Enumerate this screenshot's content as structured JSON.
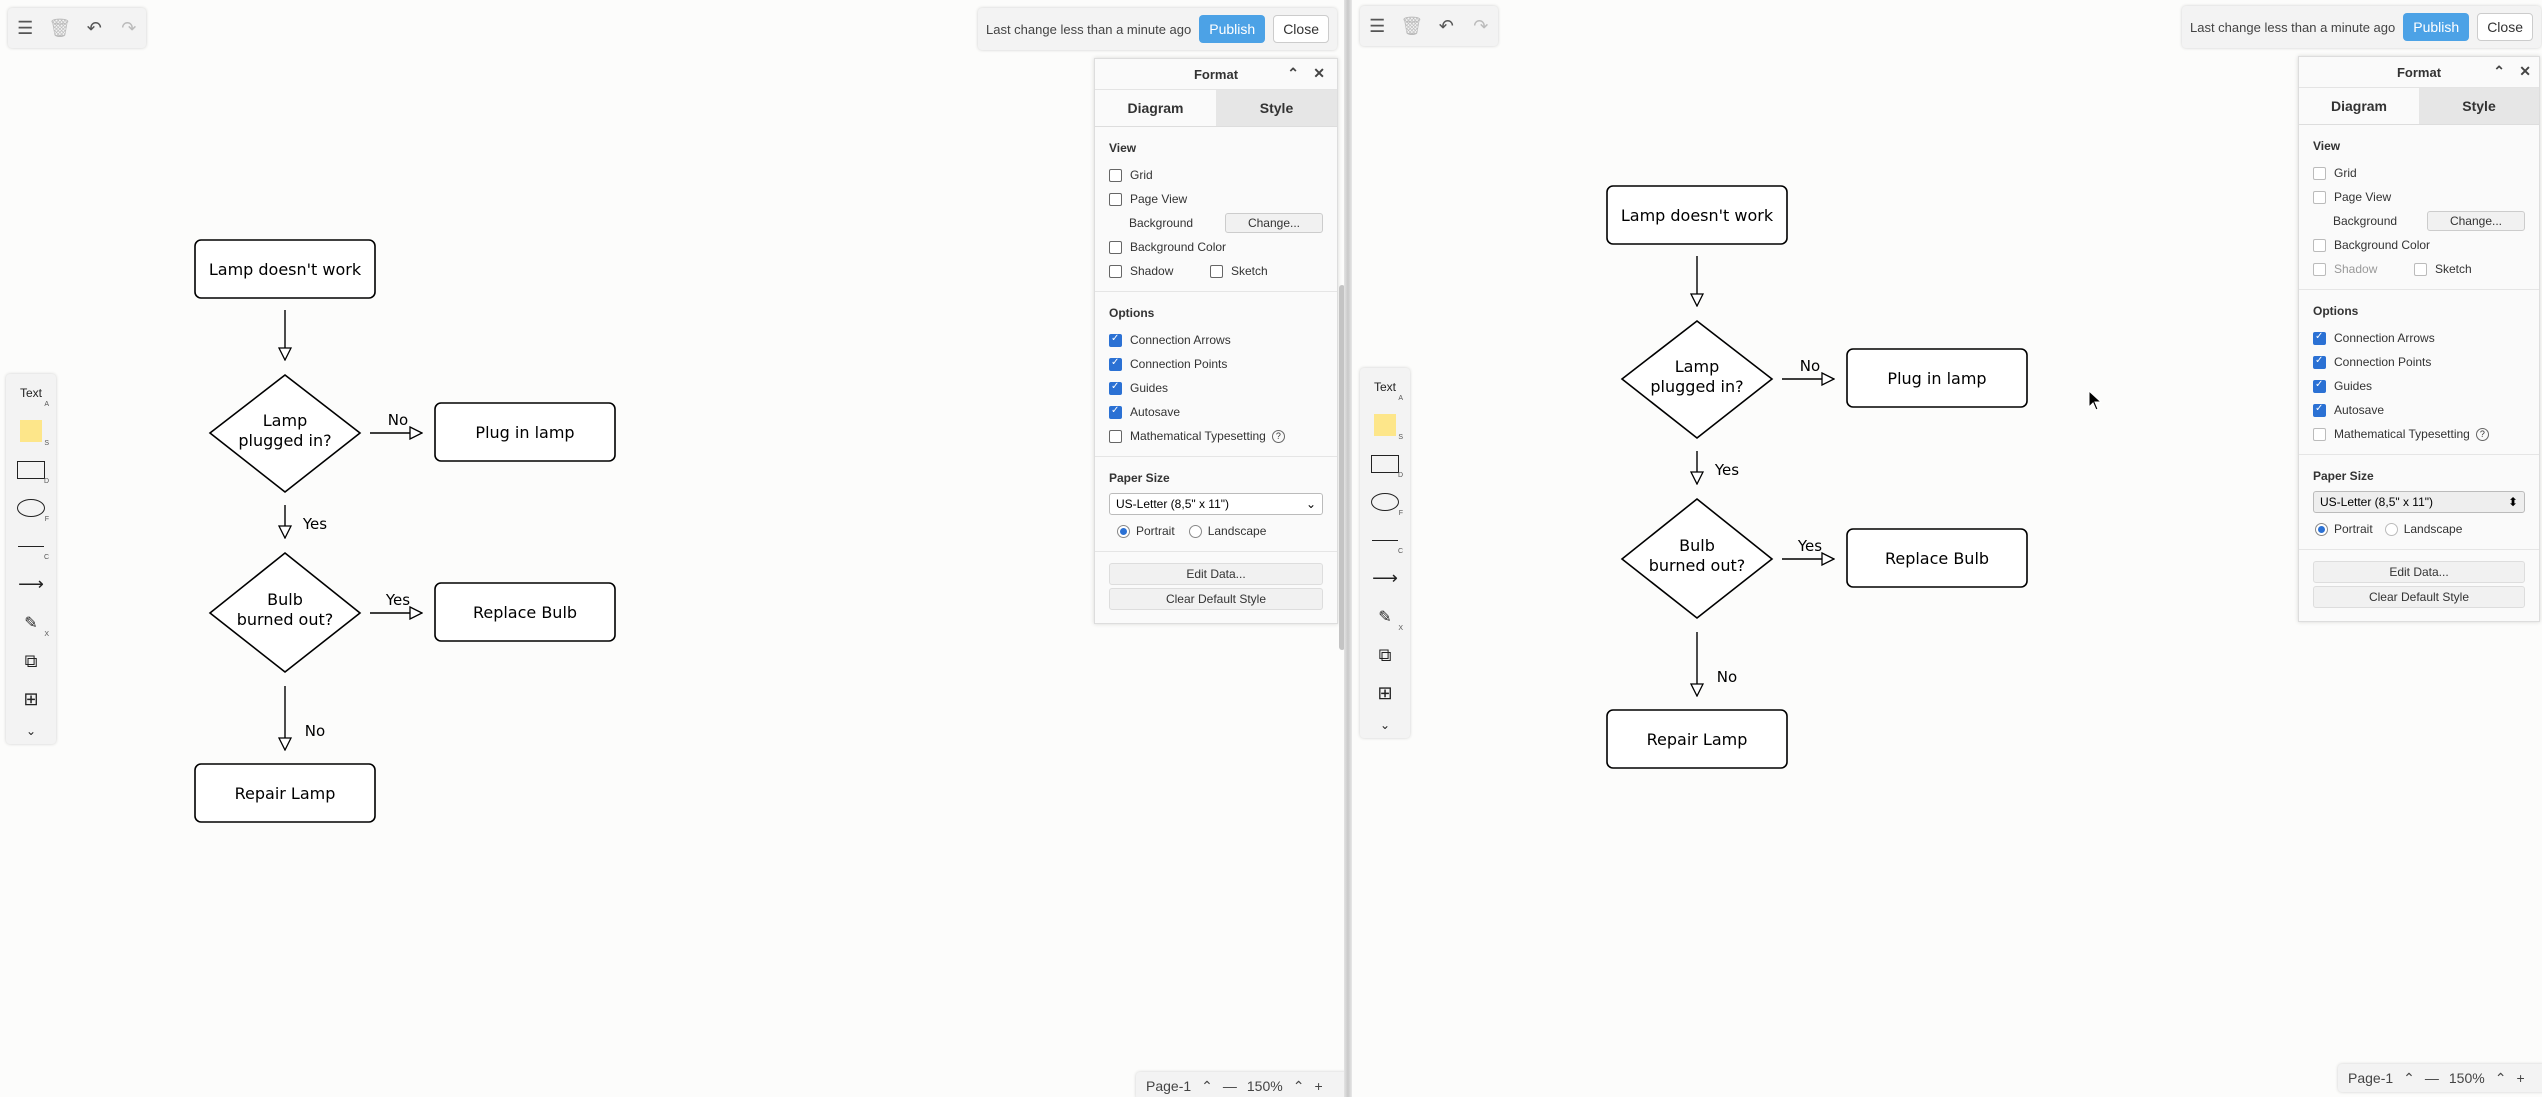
{
  "windows": [
    {
      "status": "Last change less than a minute ago",
      "publish": "Publish",
      "close": "Close",
      "format": {
        "title": "Format",
        "tabs": [
          "Diagram",
          "Style"
        ],
        "view_title": "View",
        "grid": "Grid",
        "page_view": "Page View",
        "background": "Background",
        "change": "Change...",
        "background_color": "Background Color",
        "shadow": "Shadow",
        "sketch": "Sketch",
        "options_title": "Options",
        "connection_arrows": "Connection Arrows",
        "connection_points": "Connection Points",
        "guides": "Guides",
        "autosave": "Autosave",
        "math": "Mathematical Typesetting",
        "paper_title": "Paper Size",
        "paper_value": "US-Letter (8,5\" x 11\")",
        "portrait": "Portrait",
        "landscape": "Landscape",
        "edit_data": "Edit Data...",
        "clear_style": "Clear Default Style"
      },
      "page": "Page-1",
      "zoom": "150%"
    },
    {
      "status": "Last change less than a minute ago",
      "publish": "Publish",
      "close": "Close",
      "format": {
        "title": "Format",
        "tabs": [
          "Diagram",
          "Style"
        ],
        "view_title": "View",
        "grid": "Grid",
        "page_view": "Page View",
        "background": "Background",
        "change": "Change...",
        "background_color": "Background Color",
        "shadow": "Shadow",
        "sketch": "Sketch",
        "options_title": "Options",
        "connection_arrows": "Connection Arrows",
        "connection_points": "Connection Points",
        "guides": "Guides",
        "autosave": "Autosave",
        "math": "Mathematical Typesetting",
        "paper_title": "Paper Size",
        "paper_value": "US-Letter (8,5\" x 11\")",
        "portrait": "Portrait",
        "landscape": "Landscape",
        "edit_data": "Edit Data...",
        "clear_style": "Clear Default Style"
      },
      "page": "Page-1",
      "zoom": "150%"
    }
  ],
  "shape_toolbar": {
    "text": "Text",
    "shortcuts": [
      "A",
      "S",
      "D",
      "F",
      "C",
      "X"
    ]
  },
  "flowchart": {
    "start": "Lamp doesn't work",
    "q1_line1": "Lamp",
    "q1_line2": "plugged in?",
    "plug": "Plug in lamp",
    "q2_line1": "Bulb",
    "q2_line2": "burned out?",
    "replace": "Replace Bulb",
    "repair": "Repair Lamp",
    "no": "No",
    "yes": "Yes"
  }
}
